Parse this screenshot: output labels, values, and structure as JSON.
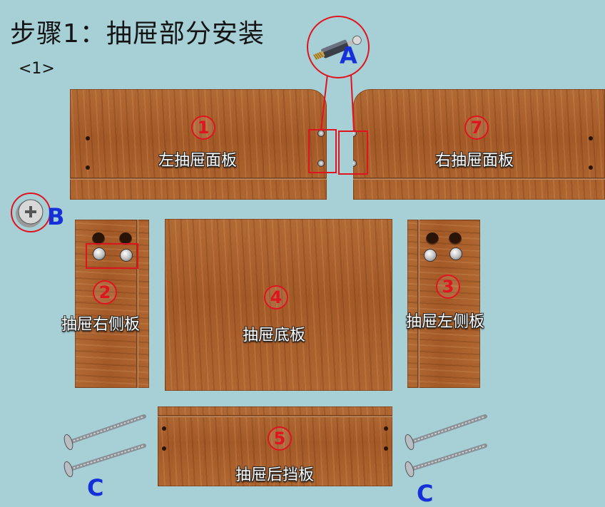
{
  "title": "步骤1：抽屉部分安装",
  "substep": "<1>",
  "hardware": {
    "a": "A",
    "b": "B",
    "c_left": "C",
    "c_right": "C"
  },
  "parts": [
    {
      "num": "1",
      "label": "左抽屉面板"
    },
    {
      "num": "2",
      "label": "抽屉右侧板"
    },
    {
      "num": "3",
      "label": "抽屉左侧板"
    },
    {
      "num": "4",
      "label": "抽屉底板"
    },
    {
      "num": "5",
      "label": "抽屉后挡板"
    },
    {
      "num": "7",
      "label": "右抽屉面板"
    }
  ],
  "colors": {
    "background": "#a6cfd6",
    "accent_red": "#e0141e",
    "hardware_blue": "#1530d8",
    "wood": "#a45a27"
  }
}
